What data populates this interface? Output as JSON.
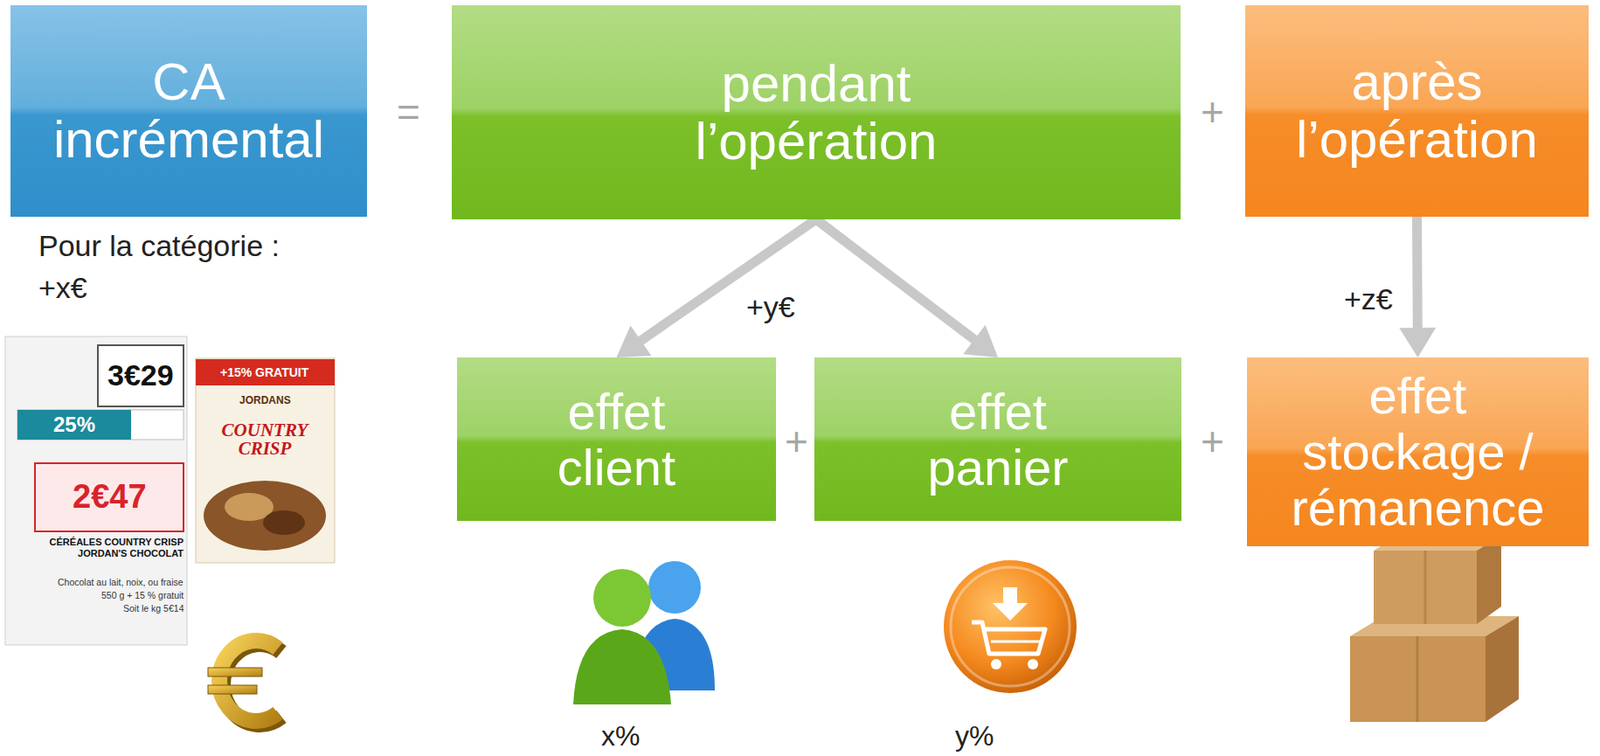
{
  "diagram": {
    "nodes": [
      {
        "text": [
          "CA incrémental"
        ]
      },
      {
        "text": [
          "pendant l’opération"
        ]
      },
      {
        "text": [
          "après l’opération"
        ]
      },
      {
        "text": [
          "effet client"
        ]
      },
      {
        "text": [
          "effet panier"
        ]
      },
      {
        "text": [
          "effet stockage / rémanence"
        ]
      }
    ],
    "edges": [
      {
        "from": 1,
        "to": 3,
        "arrow": "to"
      },
      {
        "from": 1,
        "to": 4,
        "arrow": "to"
      },
      {
        "from": 2,
        "to": 5,
        "arrow": "to"
      }
    ],
    "labels": [
      "Pour la catégorie :",
      "+x€",
      "=",
      "+",
      "+",
      "+",
      "+y€",
      "+z€",
      "x%",
      "y%",
      "3€29",
      "25%",
      "2€47",
      "CÉRÉALES COUNTRY CRISP JORDAN'S CHOCOLAT",
      "Chocolat au lait, noix, ou fraise",
      "550 g + 15 % gratuit",
      "Soit le kg 5€14",
      "+15% GRATUIT",
      "JORDANS",
      "COUNTRY CRISP"
    ]
  }
}
